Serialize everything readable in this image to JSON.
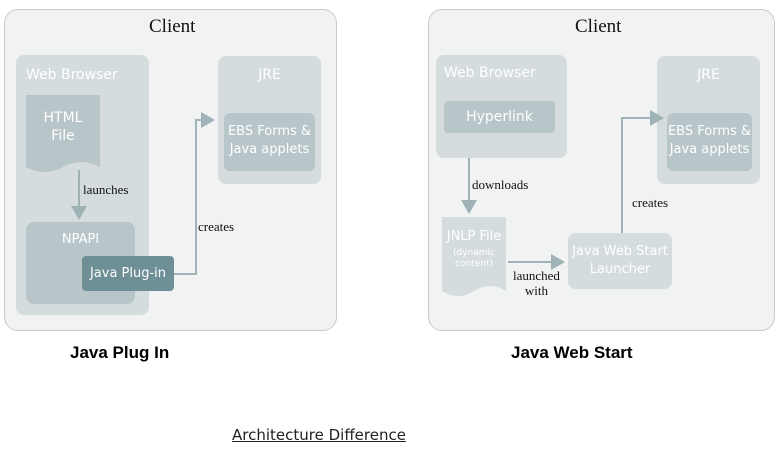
{
  "left_diagram": {
    "client_label": "Client",
    "web_browser_label": "Web Browser",
    "html_file_label": "HTML\nFile",
    "npapi_label": "NPAPI",
    "java_plugin_label": "Java Plug-in",
    "jre_label": "JRE",
    "ebs_label": "EBS Forms &\nJava applets",
    "launches_label": "launches",
    "creates_label": "creates",
    "caption": "Java Plug In"
  },
  "right_diagram": {
    "client_label": "Client",
    "web_browser_label": "Web Browser",
    "hyperlink_label": "Hyperlink",
    "jnlp_label": "JNLP File",
    "jnlp_sub_label": "(dynamic\ncontent)",
    "launcher_label": "Java Web Start\nLauncher",
    "jre_label": "JRE",
    "ebs_label": "EBS Forms &\nJava applets",
    "downloads_label": "downloads",
    "launched_with_label": "launched\nwith",
    "creates_label": "creates",
    "caption": "Java Web Start"
  },
  "footer_caption": "Architecture Difference",
  "colors": {
    "panel_bg": "#f1f2f2",
    "box_light": "#d5dcdd",
    "box_mid": "#b9c6c9",
    "box_dark": "#6f8f96",
    "connector": "#9fb2b6"
  }
}
